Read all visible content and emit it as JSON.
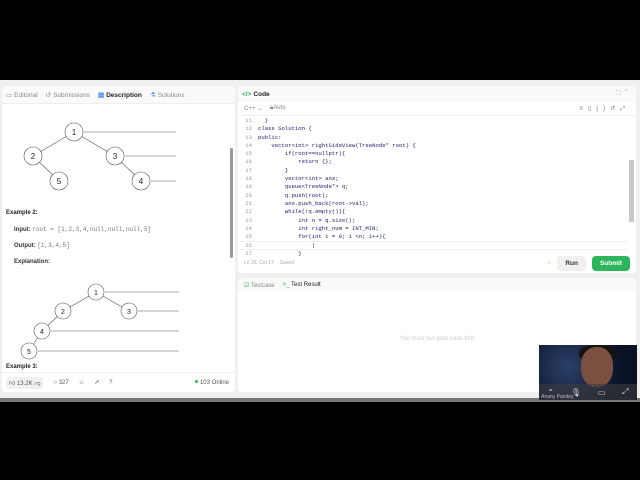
{
  "tabs": [
    {
      "label": "Editorial",
      "icon": "book-icon"
    },
    {
      "label": "Submissions",
      "icon": "history-icon"
    },
    {
      "label": "Description",
      "icon": "document-icon",
      "active": true
    },
    {
      "label": "Solutions",
      "icon": "flask-icon"
    }
  ],
  "description": {
    "tree1": {
      "nodes": [
        "1",
        "2",
        "3",
        "5",
        "4"
      ]
    },
    "example2_heading": "Example 2:",
    "input_label": "Input:",
    "input_value": "root = [1,2,3,4,null,null,null,5]",
    "output_label": "Output:",
    "output_value": "[1,3,4,5]",
    "explanation_label": "Explanation:",
    "tree2": {
      "nodes": [
        "1",
        "2",
        "3",
        "4",
        "5"
      ]
    },
    "example3_heading": "Example 3:"
  },
  "footer": {
    "likes": "13.2K",
    "comments": "327",
    "online": "103 Online"
  },
  "code": {
    "title": "Code",
    "language": "C++",
    "mode": "Auto",
    "lines": [
      {
        "n": "11",
        "text": "  }"
      },
      {
        "n": "12",
        "text": "class Solution {"
      },
      {
        "n": "13",
        "text": "public:"
      },
      {
        "n": "14",
        "text": "    vector<int> rightSideView(TreeNode* root) {"
      },
      {
        "n": "15",
        "text": "        if(root==nullptr){"
      },
      {
        "n": "16",
        "text": "            return {};"
      },
      {
        "n": "17",
        "text": "        }"
      },
      {
        "n": "18",
        "text": "        vector<int> ans;"
      },
      {
        "n": "19",
        "text": "        queue<TreeNode*> q;"
      },
      {
        "n": "20",
        "text": "        q.push(root);"
      },
      {
        "n": "21",
        "text": "        ans.push_back(root->val);"
      },
      {
        "n": "22",
        "text": "        while(!q.empty()){"
      },
      {
        "n": "23",
        "text": "            int n = q.size();"
      },
      {
        "n": "24",
        "text": "            int right_num = INT_MIN;"
      },
      {
        "n": "25",
        "text": "            for(int i = 0; i <n; i++){"
      },
      {
        "n": "26",
        "text": "                |"
      },
      {
        "n": "27",
        "text": "            }"
      }
    ],
    "status": "Ln 26, Col 17",
    "saved": "Saved",
    "run_label": "Run",
    "submit_label": "Submit"
  },
  "test": {
    "tab_testcase": "Testcase",
    "tab_result": "Test Result",
    "empty_message": "You must run your code first"
  },
  "webcam": {
    "name": "Anany Pandey"
  },
  "colors": {
    "accent": "#2db55d"
  }
}
